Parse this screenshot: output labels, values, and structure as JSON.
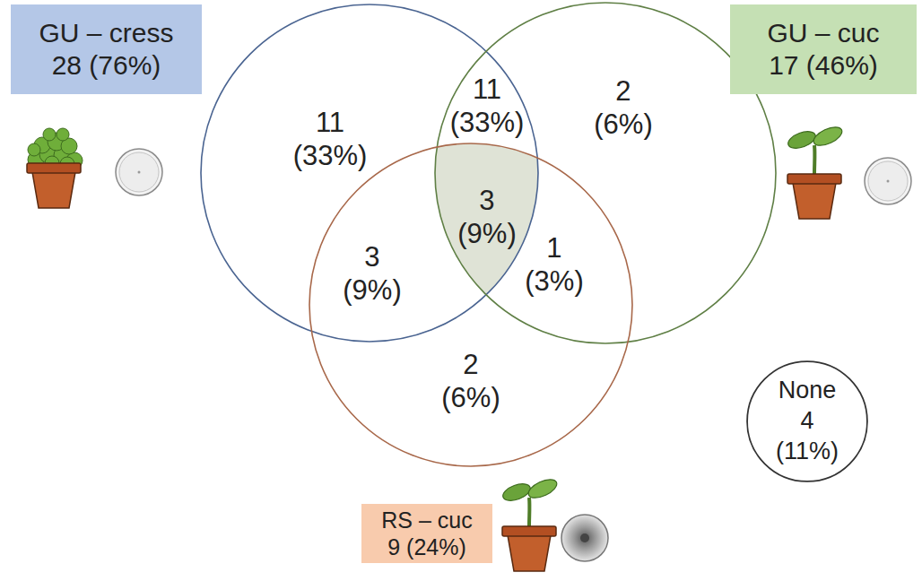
{
  "diagram": {
    "nodes": [
      {
        "text": [
          "GU – cress",
          "28 (76%)"
        ]
      },
      {
        "text": [
          "GU – cuc",
          "17 (46%)"
        ]
      },
      {
        "text": [
          "None 4 (11%)"
        ]
      },
      {
        "text": [
          "RS – cuc",
          "9 (24%)"
        ]
      }
    ],
    "labels": [
      "11 (33%)",
      "11 (33%)",
      "2 (6%)",
      "3 (9%)",
      "3 (9%)",
      "1 (3%)",
      "2 (6%)"
    ]
  }
}
